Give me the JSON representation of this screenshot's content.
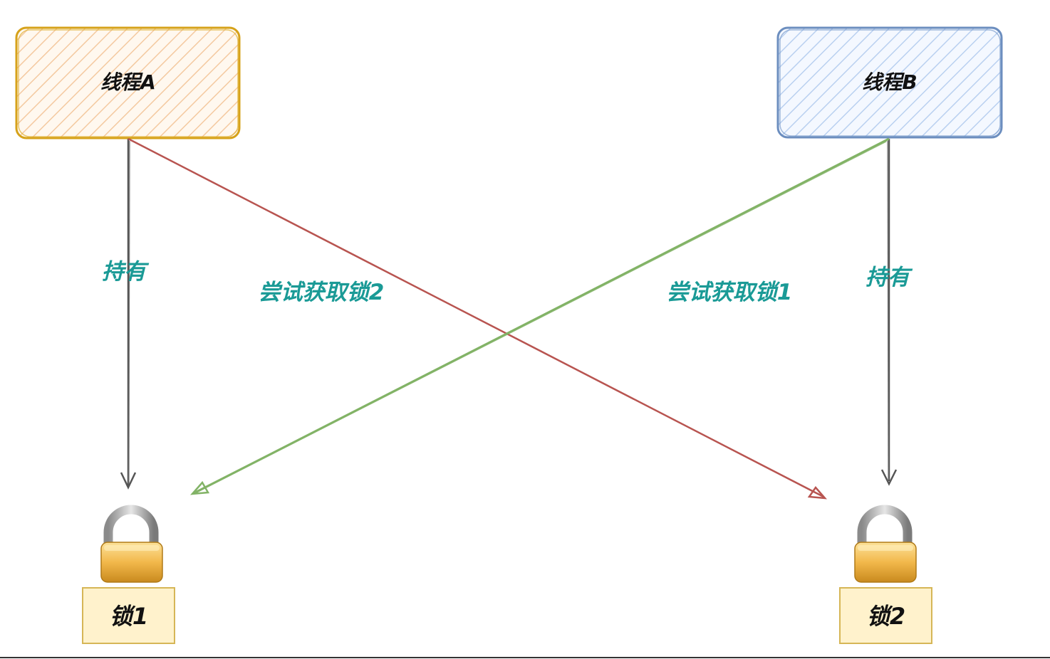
{
  "threads": {
    "a": {
      "label": "线程A"
    },
    "b": {
      "label": "线程B"
    }
  },
  "edges": {
    "a_holds": {
      "label": "持有"
    },
    "a_tries": {
      "label": "尝试获取锁2"
    },
    "b_tries": {
      "label": "尝试获取锁1"
    },
    "b_holds": {
      "label": "持有"
    }
  },
  "locks": {
    "one": {
      "label": "锁1"
    },
    "two": {
      "label": "锁2"
    }
  },
  "colors": {
    "thread_a_stroke": "#d6a21a",
    "thread_a_fill": "#fbe3c8",
    "thread_b_stroke": "#6c8ebf",
    "thread_b_fill": "#dae8fc",
    "hold_arrow": "#555555",
    "try_lock2_arrow": "#b85450",
    "try_lock1_arrow": "#82b366",
    "edge_label": "#1a9a96",
    "lock_label_fill": "#fff2cc",
    "lock_label_stroke": "#d6b656"
  },
  "icons": {
    "lock": "padlock-icon"
  }
}
